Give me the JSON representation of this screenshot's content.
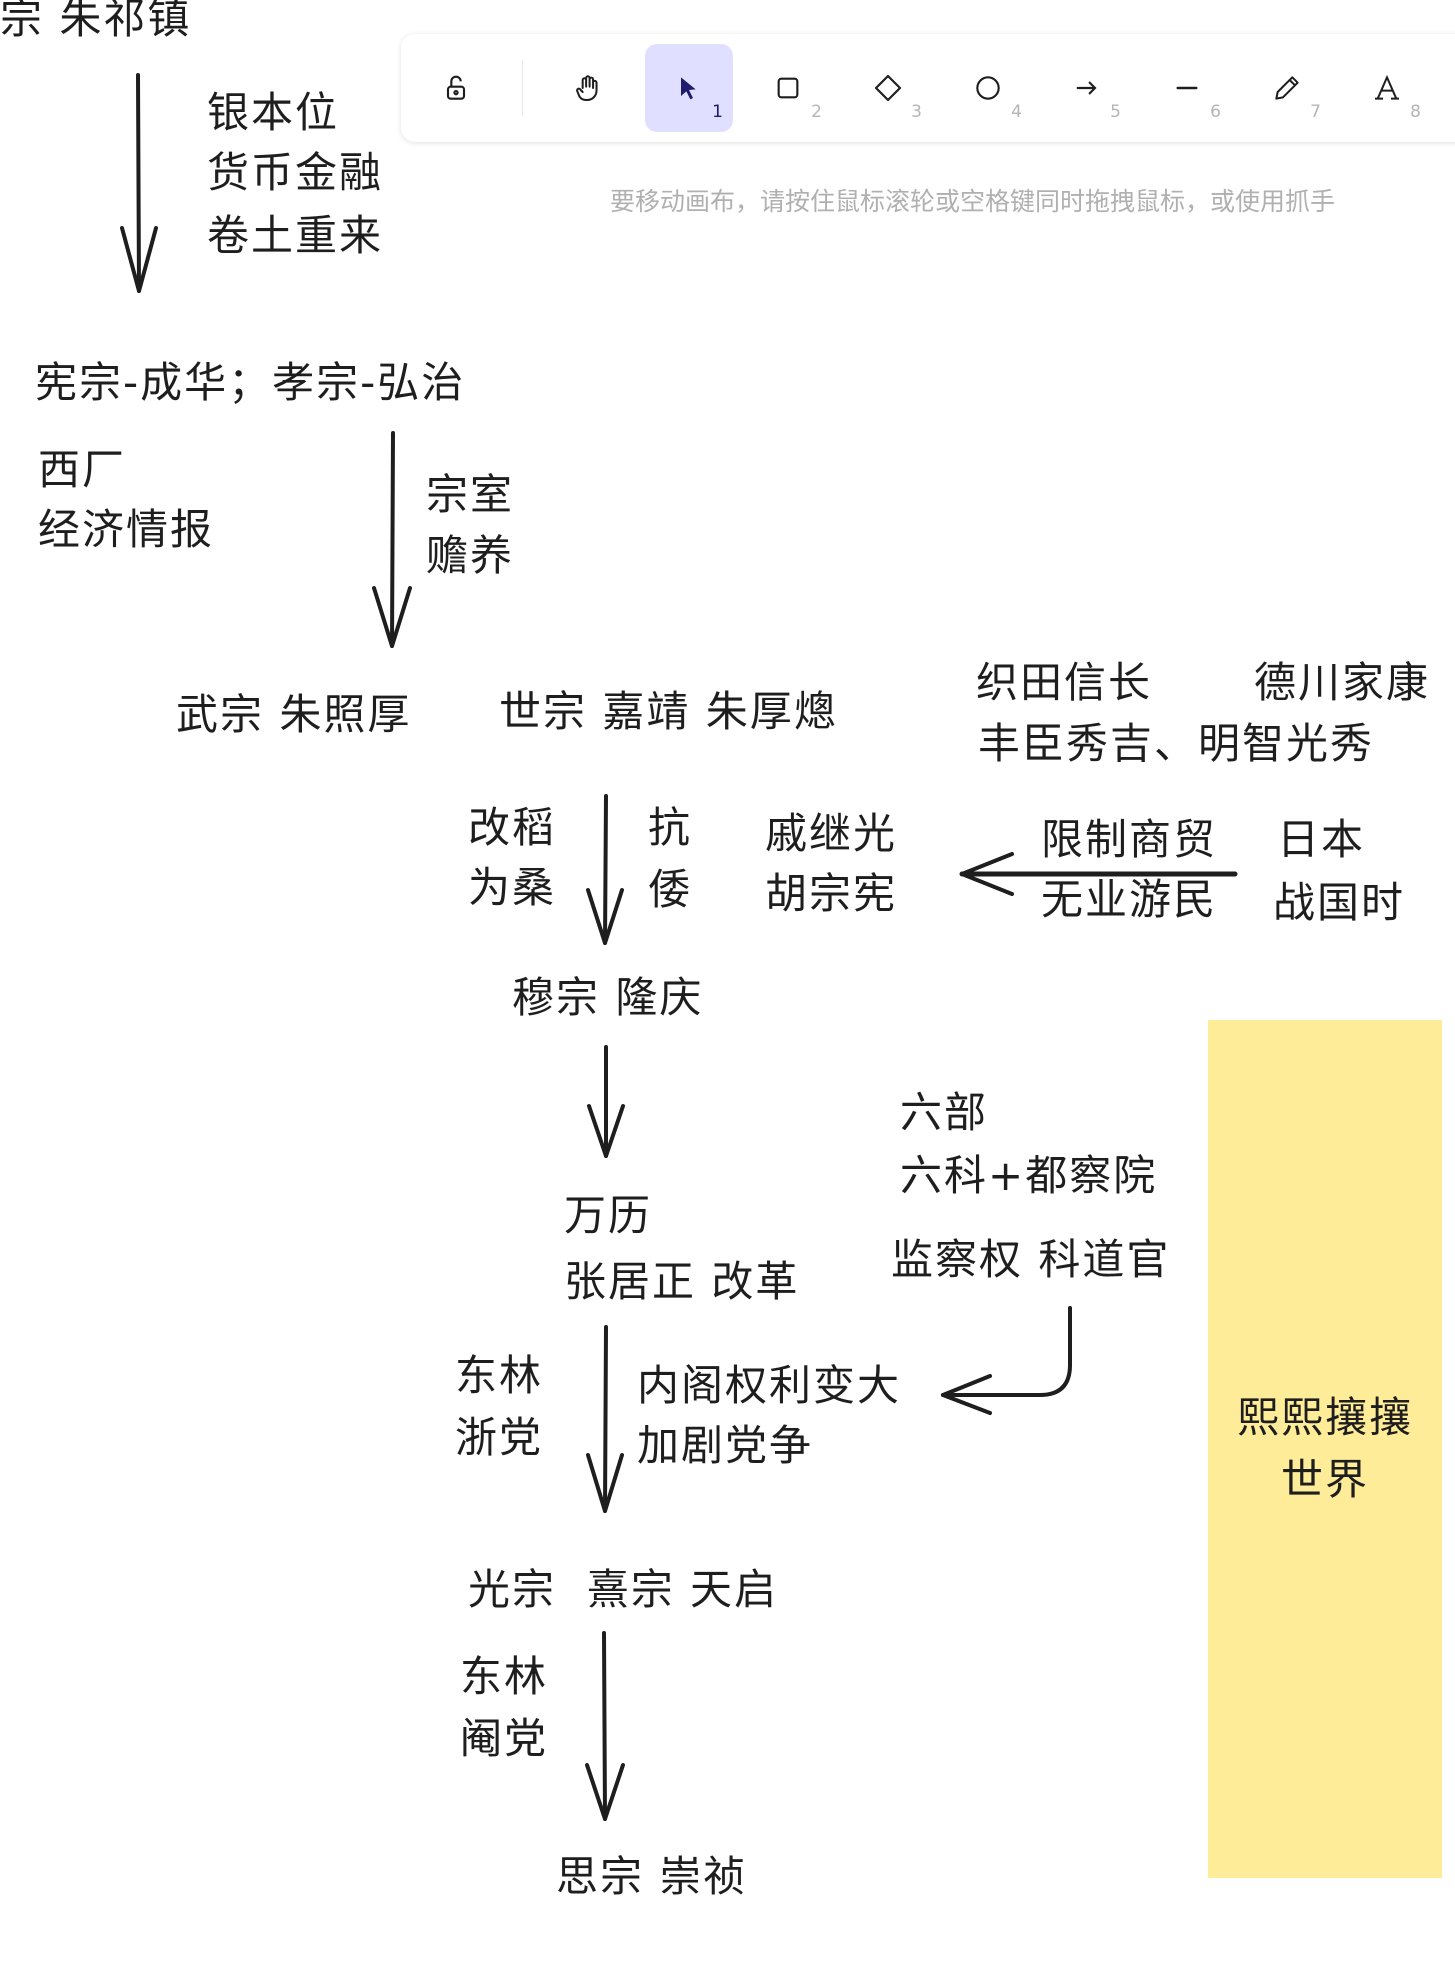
{
  "toolbar": {
    "tools": [
      {
        "name": "lock",
        "shortcut": ""
      },
      {
        "name": "hand",
        "shortcut": ""
      },
      {
        "name": "selection",
        "shortcut": "1"
      },
      {
        "name": "rectangle",
        "shortcut": "2"
      },
      {
        "name": "diamond",
        "shortcut": "3"
      },
      {
        "name": "ellipse",
        "shortcut": "4"
      },
      {
        "name": "arrow",
        "shortcut": "5"
      },
      {
        "name": "line",
        "shortcut": "6"
      },
      {
        "name": "draw",
        "shortcut": "7"
      },
      {
        "name": "text",
        "shortcut": "8"
      }
    ],
    "active_tool": "selection",
    "accent_color": "#e0dfff"
  },
  "hint": "要移动画布，请按住鼠标滚轮或空格键同时拖拽鼠标，或使用抓手",
  "canvas": {
    "t0": "宗 朱祁镇",
    "t1": "银本位",
    "t2": "货币金融",
    "t3": "卷土重来",
    "t4": "宪宗-成华；孝宗-弘治",
    "t5": "西厂",
    "t6": "经济情报",
    "t7": "宗室",
    "t8": "赡养",
    "t9": "武宗 朱照厚",
    "t10": "世宗 嘉靖 朱厚熜",
    "t11": "织田信长",
    "t12": "德川家康",
    "t13": "丰臣秀吉、明智光秀",
    "t14": "改稻",
    "t15": "为桑",
    "t16": "抗",
    "t17": "倭",
    "t18": "戚继光",
    "t19": "胡宗宪",
    "t20": "限制商贸",
    "t21": "无业游民",
    "t22": "日本",
    "t23": "战国时",
    "t24": "穆宗 隆庆",
    "t25": "六部",
    "t26": "六科+都察院",
    "t27": "监察权 科道官",
    "t28": "万历",
    "t29": "张居正 改革",
    "t30": "东林",
    "t31": "浙党",
    "t32": "内阁权利变大",
    "t33": "加剧党争",
    "t34": "光宗  熹宗 天启",
    "t35": "东林",
    "t36": "阉党",
    "t37": "思宗 崇祯"
  },
  "sticky_note": {
    "line1": "熙熙攘攘",
    "line2": "世界",
    "color": "#ffec99"
  }
}
